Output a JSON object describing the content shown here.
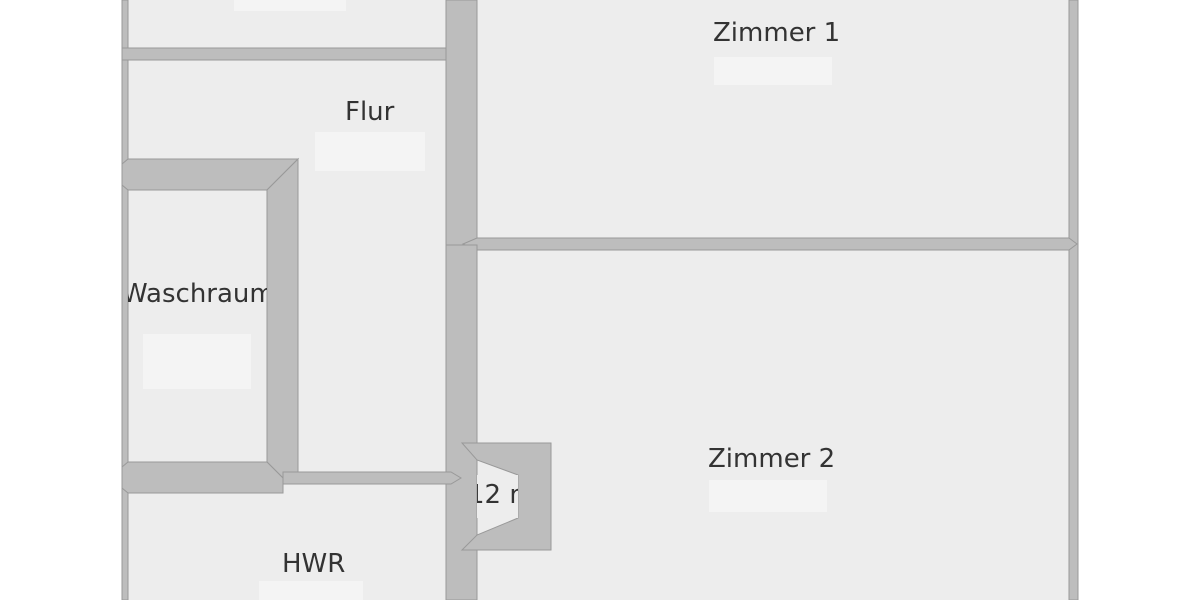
{
  "colors": {
    "room_fill": "#ededed",
    "wall_fill": "#bdbdbd",
    "wall_stroke": "#999999",
    "label_text": "#333333",
    "area_box_fill": "#f4f4f4"
  },
  "rooms": [
    {
      "id": "zimmer-1",
      "label": "Zimmer 1"
    },
    {
      "id": "flur",
      "label": "Flur"
    },
    {
      "id": "waschraum",
      "label": "Waschraum"
    },
    {
      "id": "zimmer-2",
      "label": "Zimmer 2"
    },
    {
      "id": "hwr",
      "label": "HWR"
    },
    {
      "id": "shaft",
      "label": "12 m"
    }
  ]
}
